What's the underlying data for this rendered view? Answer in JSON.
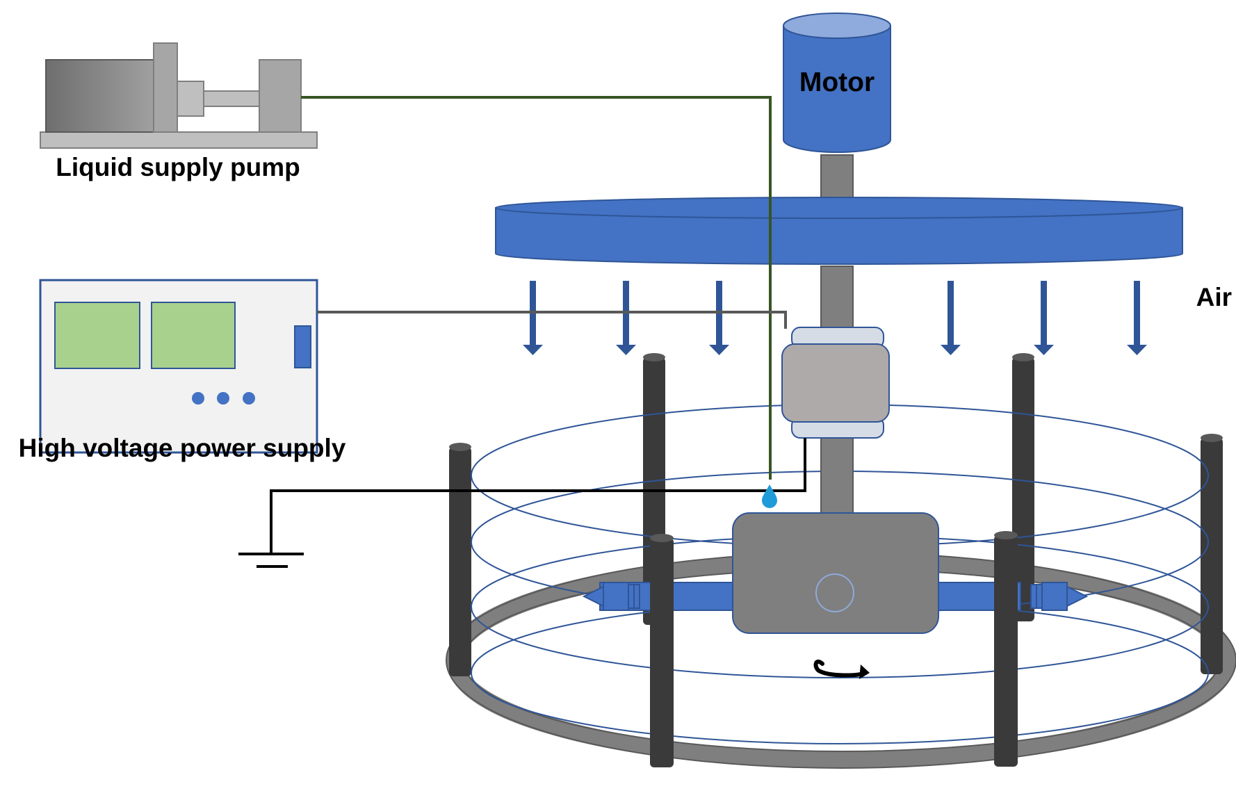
{
  "labels": {
    "motor": "Motor",
    "air": "Air",
    "pump": "Liquid supply pump",
    "power_supply": "High voltage power supply"
  },
  "colors": {
    "blue": "#4472c4",
    "blue_dark": "#2f5597",
    "arrow": "#2f5597",
    "gray": "#7f7f7f",
    "gray_light": "#a6a6a6",
    "pole": "#3a3a3a",
    "screen": "#a9d18e",
    "panel": "#f2f2f2",
    "liquid_line": "#375623",
    "power_line": "#595959",
    "ground_line": "#000000",
    "droplet": "#1f9bd7"
  },
  "icons": [
    "rotation-arrow-icon",
    "ground-symbol-icon",
    "droplet-icon"
  ]
}
